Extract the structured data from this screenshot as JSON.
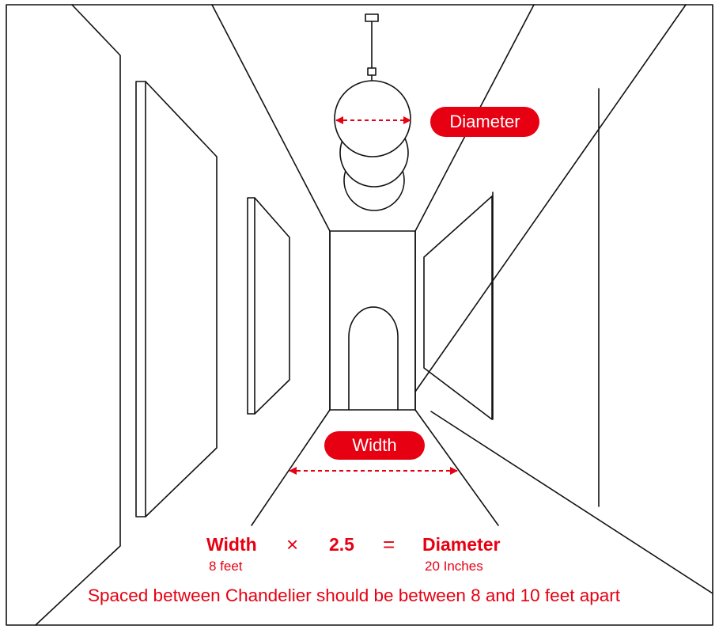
{
  "colors": {
    "accent": "#e60012",
    "line": "#111111",
    "background": "#ffffff"
  },
  "labels": {
    "diameter_tag": "Diameter",
    "width_tag": "Width"
  },
  "formula": {
    "left_term": "Width",
    "operator": "×",
    "factor": "2.5",
    "equals": "=",
    "right_term": "Diameter",
    "left_value": "8 feet",
    "right_value": "20 Inches"
  },
  "note": "Spaced between Chandelier should be between 8 and 10 feet apart"
}
